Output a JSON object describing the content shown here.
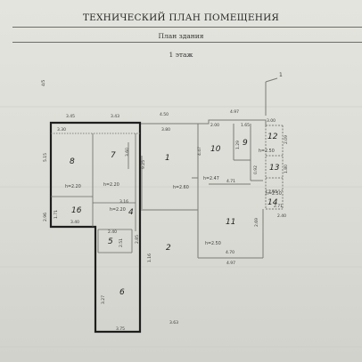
{
  "document": {
    "title": "ТЕХНИЧЕСКИЙ ПЛАН ПОМЕЩЕНИЯ",
    "subtitle": "План здания",
    "floor_label": "1 этаж",
    "corner_mark": "1",
    "left_mark": "4/5"
  },
  "rooms": {
    "r1": "1",
    "r2": "2",
    "r4": "4",
    "r5": "5",
    "r6": "6",
    "r7": "7",
    "r8": "8",
    "r9": "9",
    "r10": "10",
    "r11": "11",
    "r12": "12",
    "r13": "13",
    "r14": "14",
    "r16": "16"
  },
  "heights": {
    "h8": "h=2.20",
    "h7": "h=2.20",
    "h1": "h=2.60",
    "h16": "h=2.20",
    "h10": "h=2.47",
    "h12": "h=2.50",
    "h14": "h=2.50",
    "h11": "h=2.50"
  },
  "dimensions": {
    "top_345": "3.45",
    "top_343": "3.43",
    "top_450": "4.50",
    "top_497": "4.97",
    "top_300": "3.00",
    "in_330": "3.30",
    "in_380": "3.80",
    "in_200": "2.00",
    "in_165": "1.65",
    "left_515": "5.15",
    "in_360": "3.60",
    "in_340": "3.40",
    "left_296": "2.96",
    "left_171": "1.71",
    "in_316": "3.16",
    "in_240": "2.40",
    "in_251": "2.51",
    "in_327": "3.27",
    "in_285": "2.85",
    "mid_925": "9.25",
    "in_116": "1.16",
    "bottom_363": "3.63",
    "bottom_375": "3.75",
    "in_447": "4.47",
    "in_471": "4.71",
    "in_470": "4.70",
    "in_269": "2.69",
    "bottom_497": "4.97",
    "in_209": "2.09",
    "in_129": "1.29",
    "in_180": "1.80",
    "in_092": "0.92",
    "in_260": "2.60",
    "in_271": "2.71",
    "in_240b": "2.40",
    "in_250": "2.50"
  }
}
